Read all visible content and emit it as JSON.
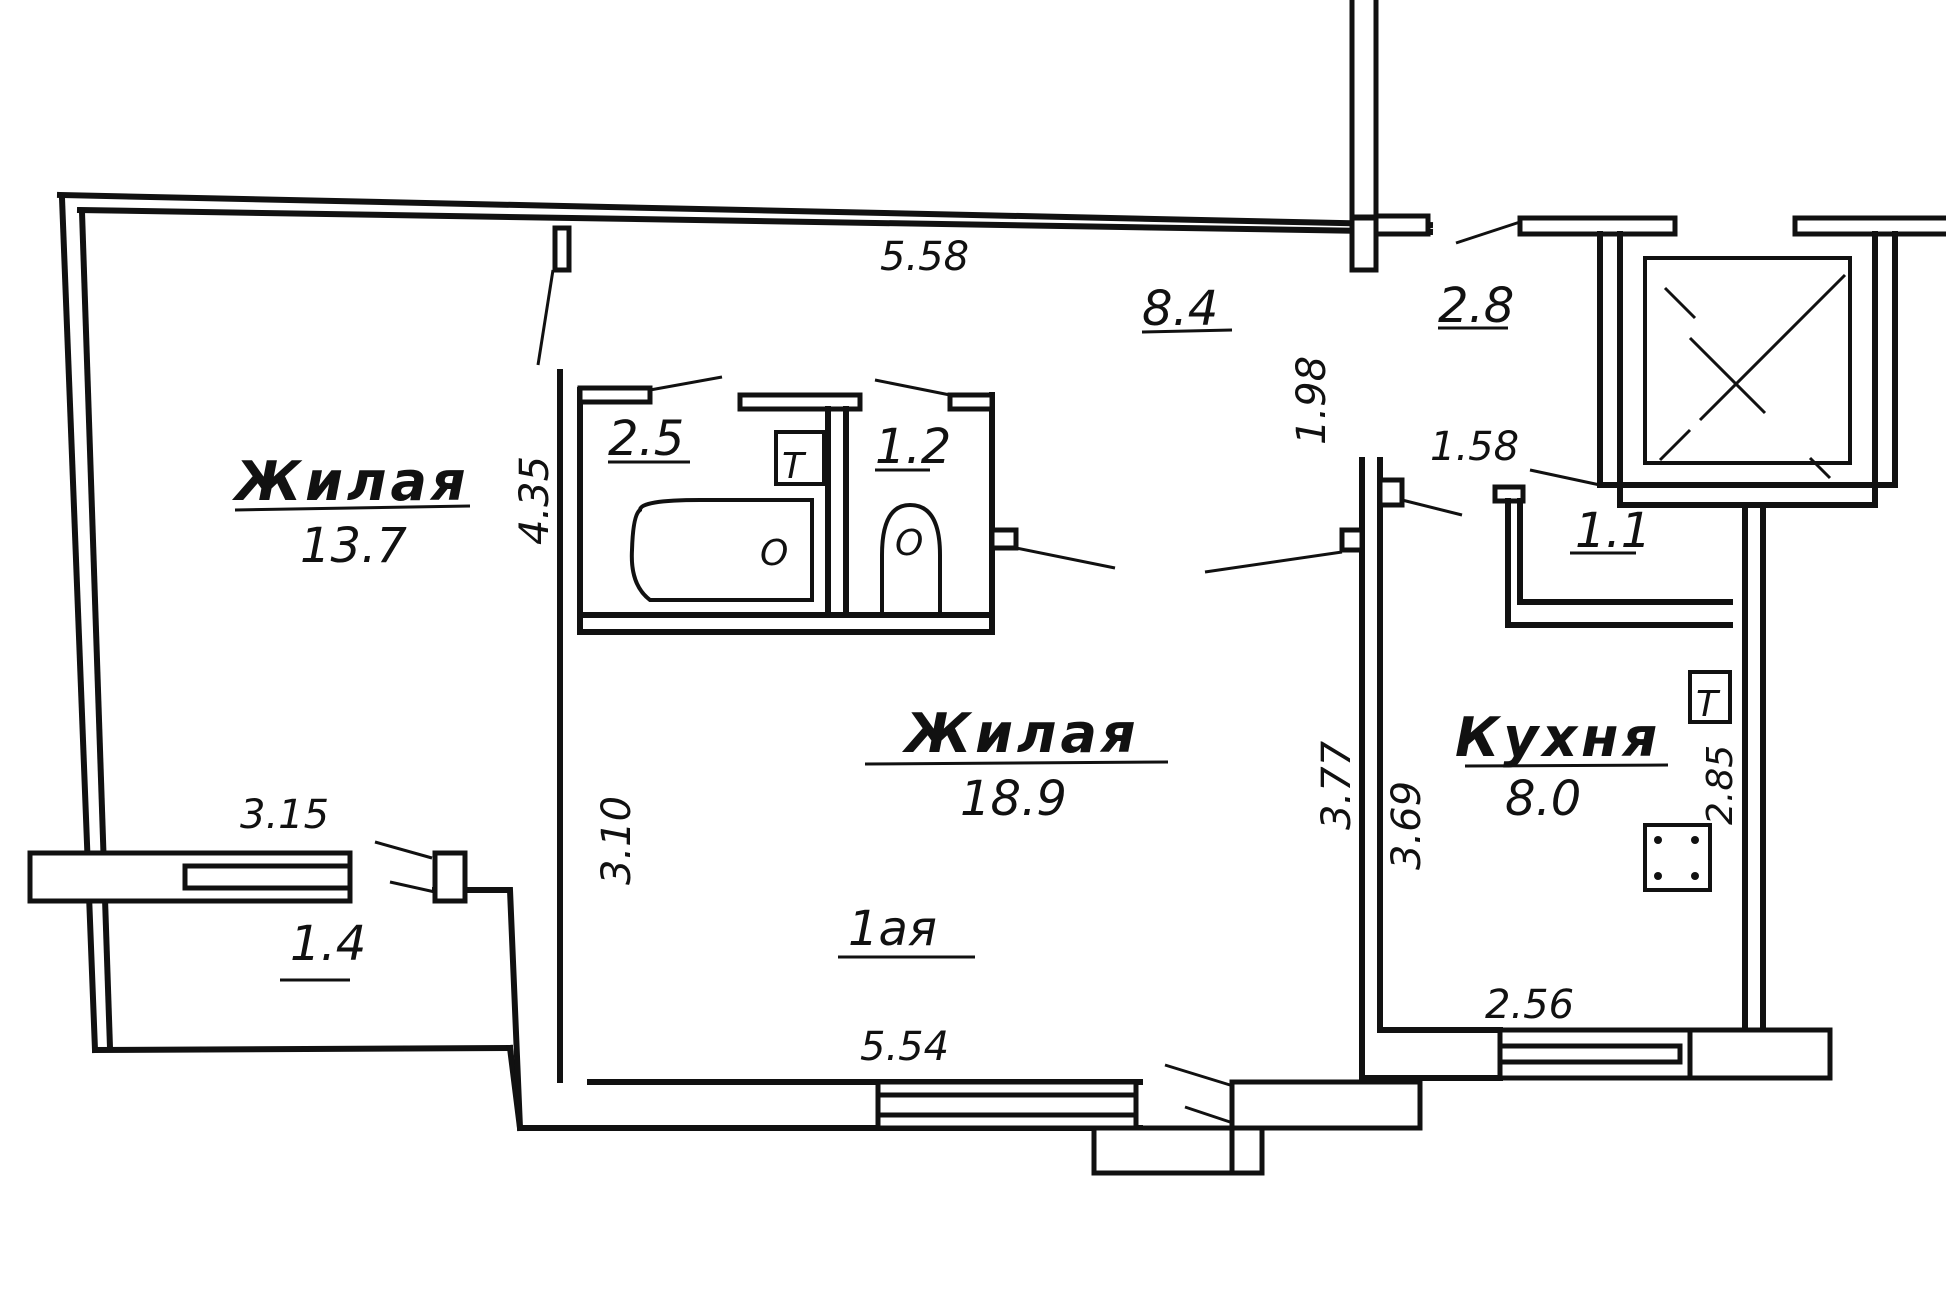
{
  "colors": {
    "ink": "#111111",
    "paper": "#ffffff"
  },
  "rooms": {
    "living_left": {
      "label": "Жилая",
      "area": "13.7"
    },
    "living_center": {
      "label": "Жилая",
      "area": "18.9"
    },
    "kitchen": {
      "label": "Кухня",
      "area": "8.0"
    },
    "hall": {
      "area": "8.4"
    },
    "vestibule": {
      "area": "2.8"
    },
    "bath": {
      "area": "2.5"
    },
    "wc": {
      "area": "1.2"
    },
    "storage": {
      "area": "1.1"
    },
    "balcony": {
      "area": "1.4"
    },
    "partial_label": "1ая"
  },
  "dimensions": {
    "top_wall": "5.58",
    "bottom_wall": "5.54",
    "left_room_height": "4.35",
    "left_room_lower": "3.10",
    "balcony_width": "3.15",
    "hall_height": "1.98",
    "center_height": "3.77",
    "kitchen_height": "3.69",
    "kitchen_width": "2.56",
    "kitchen_side": "2.85",
    "corridor": "1.58"
  },
  "fixtures": {
    "toilet_mark": "Т",
    "bath_mark": "О",
    "wc_mark": "О",
    "kitchen_mark": "Т"
  }
}
